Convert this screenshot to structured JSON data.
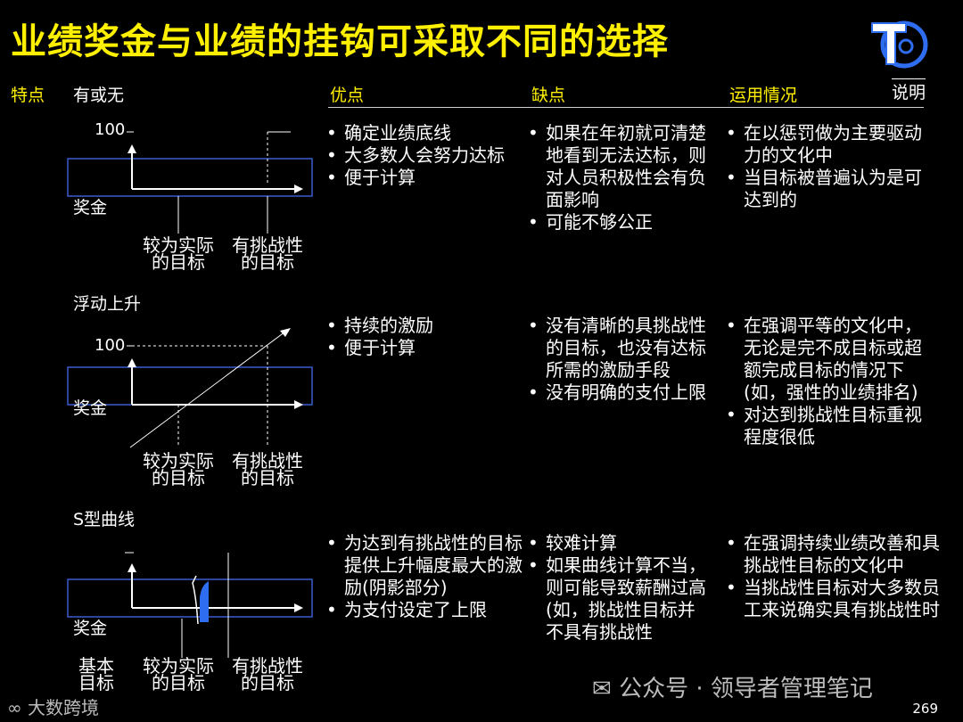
{
  "title": "业绩奖金与业绩的挂钩可采取不同的选择",
  "logo_caption": "说明",
  "headers": {
    "feature": "特点",
    "type": "有或无",
    "pros": "优点",
    "cons": "缺点",
    "usage": "运用情况"
  },
  "rows": [
    {
      "type": "有或无",
      "y_tick": "100",
      "axis_label": "奖金",
      "x_labels": [
        [
          "较为实际",
          "的目标"
        ],
        [
          "有挑战性",
          "的目标"
        ]
      ],
      "pros": [
        "确定业绩底线",
        "大多数人会努力达标",
        "便于计算"
      ],
      "cons": [
        "如果在年初就可清楚地看到无法达标，则对人员积极性会有负面影响",
        "可能不够公正"
      ],
      "usage": [
        "在以惩罚做为主要驱动力的文化中",
        "当目标被普遍认为是可达到的"
      ]
    },
    {
      "type": "浮动上升",
      "y_tick": "100",
      "axis_label": "奖金",
      "x_labels": [
        [
          "较为实际",
          "的目标"
        ],
        [
          "有挑战性",
          "的目标"
        ]
      ],
      "pros": [
        "持续的激励",
        "便于计算"
      ],
      "cons": [
        "没有清晰的具挑战性的目标，也没有达标所需的激励手段",
        "没有明确的支付上限"
      ],
      "usage": [
        "在强调平等的文化中，无论是完不成目标或超额完成目标的情况下(如，强性的业绩排名)",
        "对达到挑战性目标重视程度很低"
      ]
    },
    {
      "type": "S型曲线",
      "y_tick": "",
      "axis_label": "奖金",
      "x_labels": [
        [
          "基本",
          "目标"
        ],
        [
          "较为实际",
          "的目标"
        ],
        [
          "有挑战性",
          "的目标"
        ]
      ],
      "pros": [
        "为达到有挑战性的目标提供上升幅度最大的激励(阴影部分)",
        "为支付设定了上限"
      ],
      "cons": [
        "较难计算",
        "如果曲线计算不当，则可能导致薪酬过高(如，挑战性目标并不具有挑战性"
      ],
      "usage": [
        "在强调持续业绩改善和具挑战性目标的文化中",
        "当挑战性目标对大多数员工来说确实具有挑战性时"
      ]
    }
  ],
  "watermark_center": "公众号 · 领导者管理笔记",
  "watermark_left": "大数跨境",
  "page_number": "269",
  "colors": {
    "title": "#ffef00",
    "box": "#3a5bd0",
    "shade": "#2f6df0"
  }
}
